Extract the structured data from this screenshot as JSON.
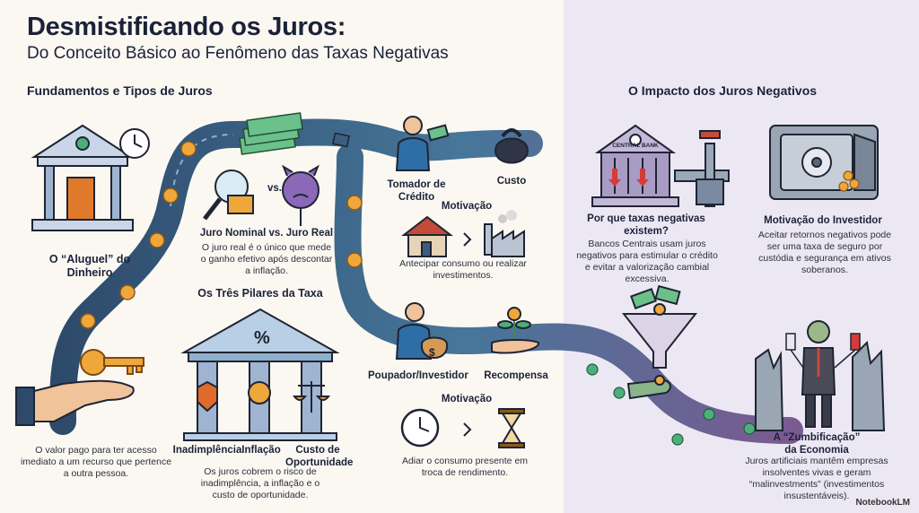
{
  "header": {
    "title": "Desmistificando os Juros:",
    "subtitle": "Do Conceito Básico ao Fenômeno das Taxas Negativas"
  },
  "left_section": {
    "heading": "Fundamentos e Tipos de Juros",
    "aluguel": {
      "label": "O “Aluguel” do Dinheiro",
      "text": "O valor pago para ter acesso imediato a um recurso que pertence a outra pessoa."
    },
    "nominal_real": {
      "vs": "vs.",
      "label": "Juro Nominal vs. Juro Real",
      "text": "O juro real é o único que mede o ganho efetivo após descontar a inflação."
    },
    "pilares": {
      "heading": "Os Três Pilares da Taxa",
      "items": [
        "Inadimplência",
        "Inflação",
        "Custo de Oportunidade"
      ],
      "text": "Os juros cobrem o risco de inadimplência, a inflação e o custo de oportunidade."
    },
    "tomador": {
      "label": "Tomador de Crédito",
      "custo": "Custo",
      "motivacao": "Motivação",
      "text": "Antecipar consumo ou realizar investimentos."
    },
    "poupador": {
      "label": "Poupador/Investidor",
      "recompensa": "Recompensa",
      "motivacao": "Motivação",
      "text": "Adiar o consumo presente em troca de rendimento."
    }
  },
  "right_section": {
    "heading": "O Impacto dos Juros Negativos",
    "bank_sign": "CENTRAL BANK",
    "por_que": {
      "label": "Por que taxas negativas existem?",
      "text": "Bancos Centrais usam juros negativos para estimular o crédito e evitar a valorização cambial excessiva."
    },
    "investidor": {
      "label": "Motivação do Investidor",
      "text": "Aceitar retornos negativos pode ser uma taxa de seguro por custódia e segurança em ativos soberanos."
    },
    "zumbi": {
      "label": "A “Zumbificação” da Economia",
      "text": "Juros artificiais mantêm empresas insolventes vivas e geram “malinvestments” (investimentos insustentáveis)."
    }
  },
  "brand": "NotebookLM",
  "colors": {
    "path": "#3d5d80",
    "accent": "#e89a2a",
    "right_bg": "#ece8f3",
    "text": "#1b2238"
  }
}
